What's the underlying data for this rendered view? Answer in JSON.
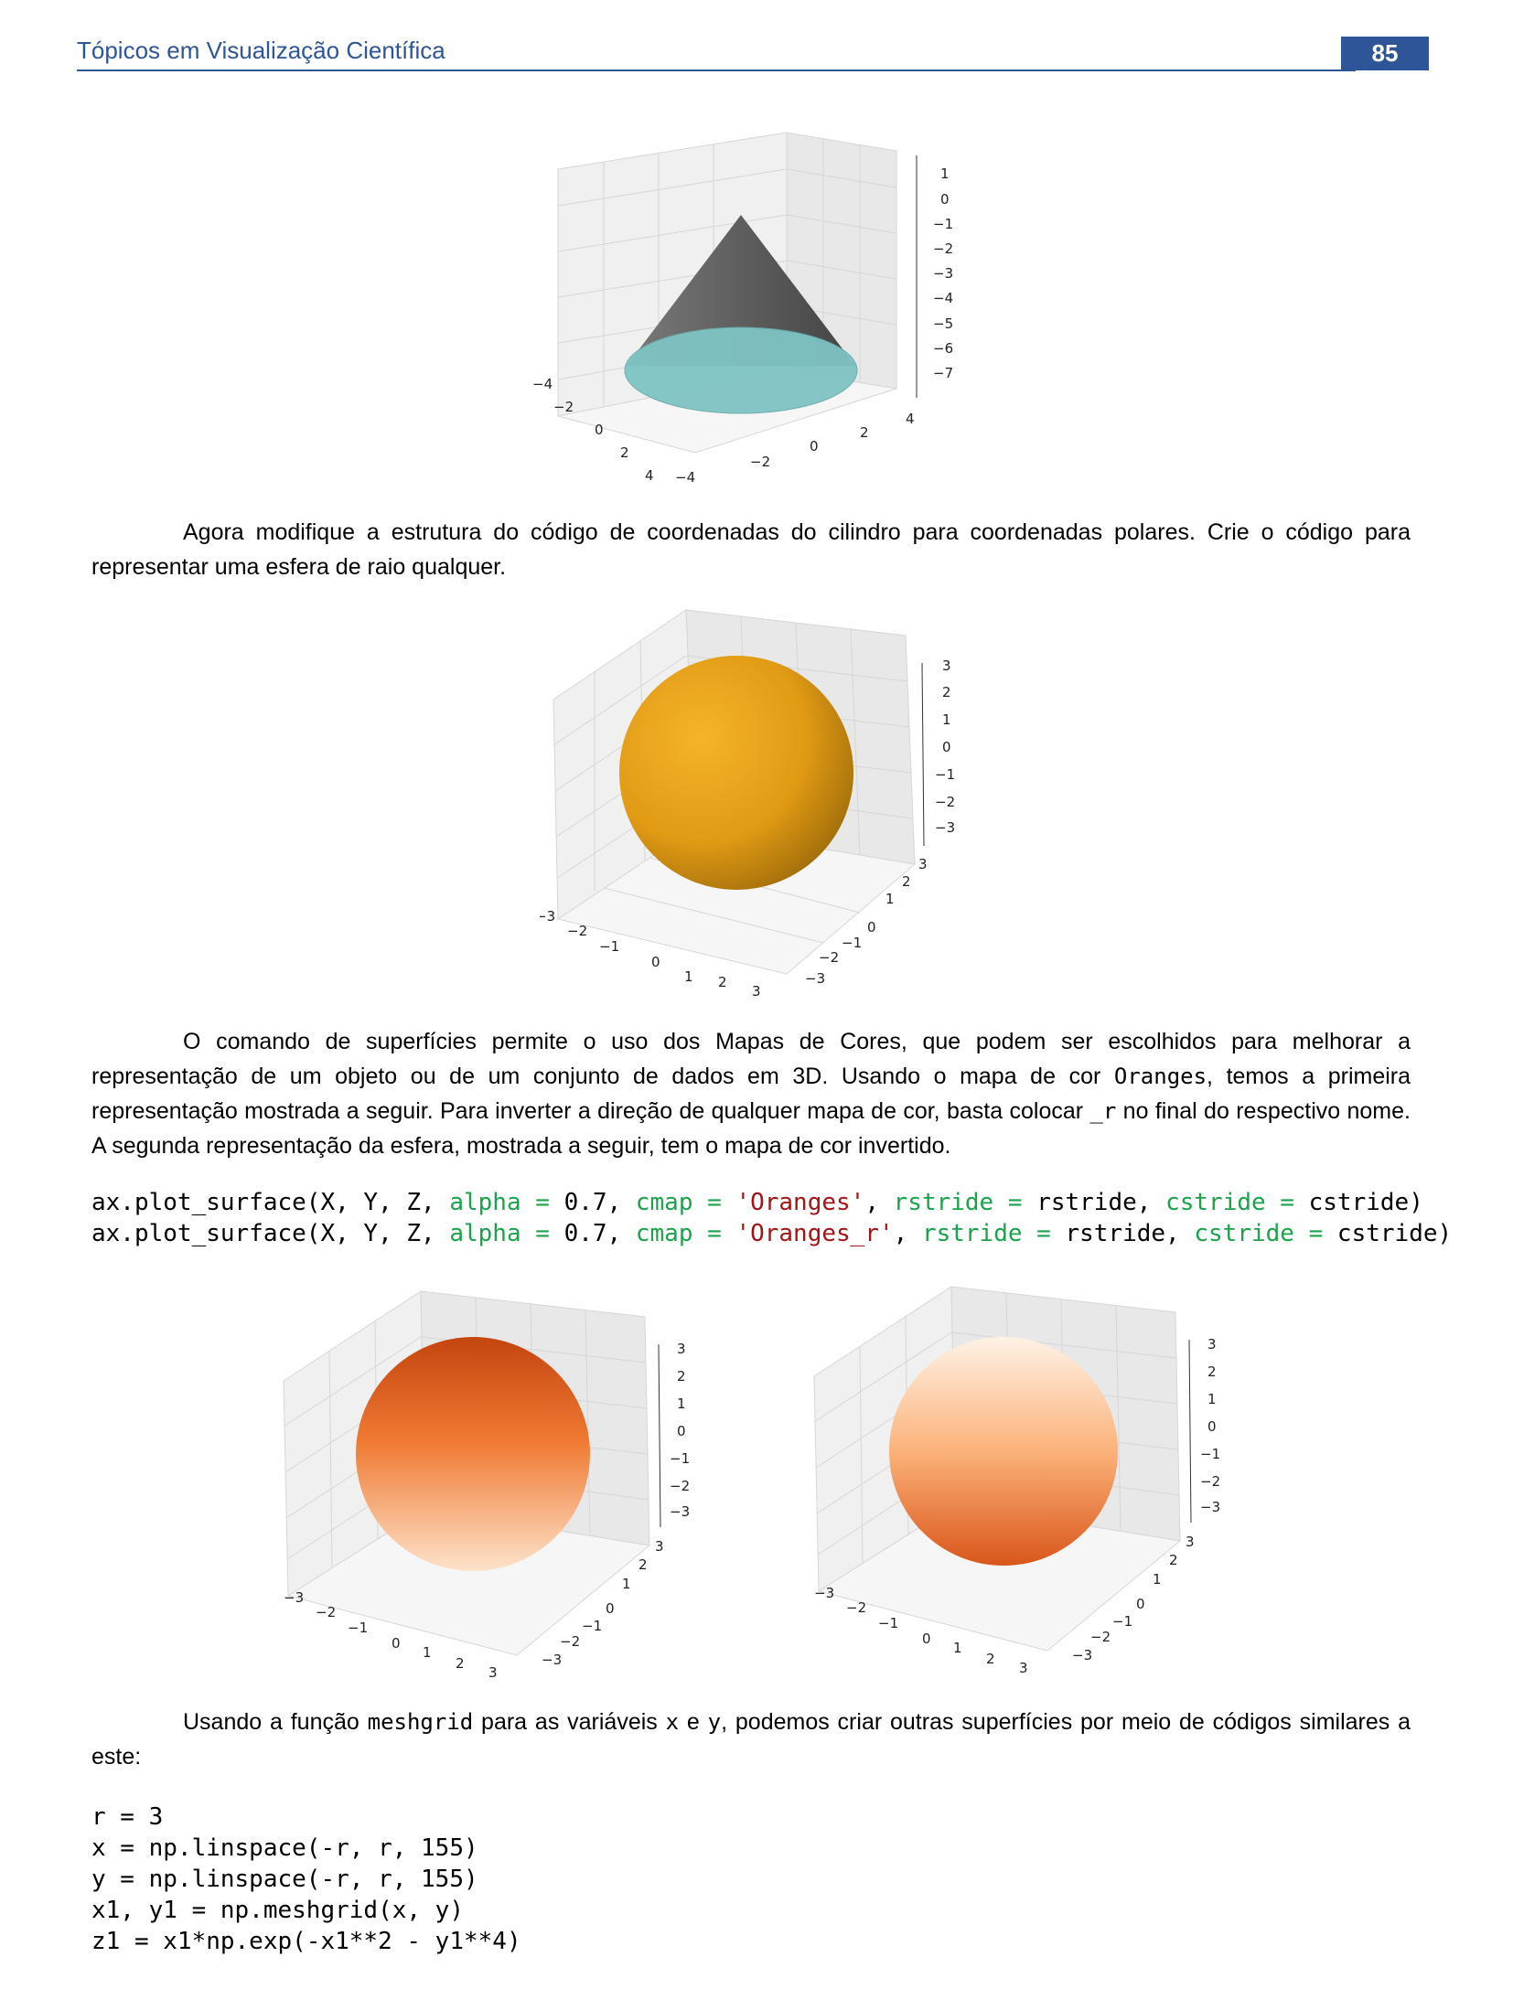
{
  "header": {
    "title": "Tópicos em Visualização Científica",
    "page_number": "85"
  },
  "figure1": {
    "z_ticks": [
      "1",
      "0",
      "−1",
      "−2",
      "−3",
      "−4",
      "−5",
      "−6",
      "−7"
    ],
    "x_ticks": [
      "−4",
      "−2",
      "0",
      "2",
      "4"
    ],
    "y_ticks": [
      "−4",
      "−2",
      "0",
      "2",
      "4"
    ],
    "colors": {
      "cone": "#6e6e6e",
      "base": "#7fc3c4"
    }
  },
  "para1": {
    "text": "Agora modifique a estrutura do código de coordenadas do cilindro para coordenadas polares. Crie o código para representar uma esfera de raio qualquer."
  },
  "figure2": {
    "z_ticks": [
      "3",
      "2",
      "1",
      "0",
      "−1",
      "−2",
      "−3"
    ],
    "x_ticks": [
      "−3",
      "−2",
      "−1",
      "0",
      "1",
      "2",
      "3"
    ],
    "y_ticks": [
      "−3",
      "−2",
      "−1",
      "0",
      "1",
      "2",
      "3"
    ],
    "colors": {
      "sphere": "#e9a215"
    }
  },
  "para2": {
    "t1": "O comando de superfícies permite o uso dos Mapas de Cores, que podem ser escolhidos para melhorar a representação de um objeto ou de um conjunto de dados em 3D. Usando o mapa de cor ",
    "code1": "Oranges",
    "t2": ", temos a primeira representação mostrada a seguir. Para inverter a direção de qualquer mapa de cor, basta colocar ",
    "code2": "_r",
    "t3": " no final do respectivo nome. A segunda representação da esfera, mostrada a seguir, tem o mapa de cor invertido."
  },
  "code1": {
    "line1": {
      "a": "ax.plot_surface(X, Y, Z, ",
      "k1": "alpha = ",
      "b": "0.7, ",
      "k2": "cmap = ",
      "s": "'Oranges'",
      "c": ", ",
      "k3": "rstride = ",
      "d": "rstride, ",
      "k4": "cstride = ",
      "e": "cstride)"
    },
    "line2": {
      "a": "ax.plot_surface(X, Y, Z, ",
      "k1": "alpha = ",
      "b": "0.7, ",
      "k2": "cmap = ",
      "s": "'Oranges_r'",
      "c": ", ",
      "k3": "rstride = ",
      "d": "rstride, ",
      "k4": "cstride = ",
      "e": "cstride)"
    }
  },
  "figure3": {
    "z_ticks": [
      "3",
      "2",
      "1",
      "0",
      "−1",
      "−2",
      "−3"
    ],
    "x_ticks": [
      "−3",
      "−2",
      "−1",
      "0",
      "1",
      "2",
      "3"
    ],
    "y_ticks": [
      "−3",
      "−2",
      "−1",
      "0",
      "1",
      "2",
      "3"
    ]
  },
  "figure4": {
    "z_ticks": [
      "3",
      "2",
      "1",
      "0",
      "−1",
      "−2",
      "−3"
    ],
    "x_ticks": [
      "−3",
      "−2",
      "−1",
      "0",
      "1",
      "2",
      "3"
    ],
    "y_ticks": [
      "−3",
      "−2",
      "−1",
      "0",
      "1",
      "2",
      "3"
    ]
  },
  "para3": {
    "t1": "Usando a função ",
    "code1": "meshgrid",
    "t2": " para as variáveis ",
    "code2": "x",
    "t3": " e ",
    "code3": "y",
    "t4": ", podemos criar outras superfícies por meio de códigos similares a este:"
  },
  "code2": {
    "lines": [
      "r = 3",
      "x = np.linspace(-r, r, 155)",
      "y = np.linspace(-r, r, 155)",
      "x1, y1 = np.meshgrid(x, y)",
      "z1 = x1*np.exp(-x1**2 - y1**4)"
    ]
  }
}
